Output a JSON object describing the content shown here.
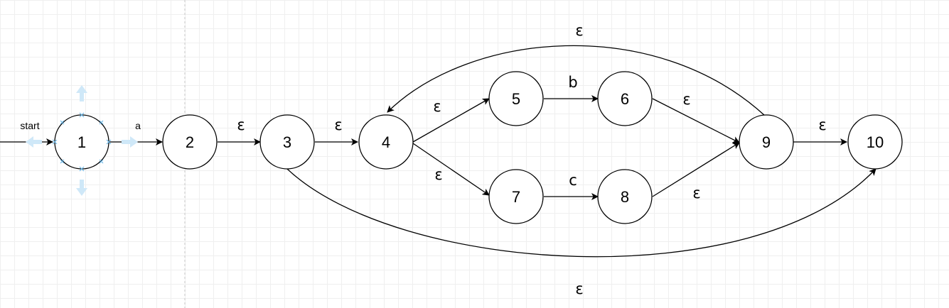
{
  "diagram": {
    "start_label": "start",
    "states": [
      {
        "id": "s1",
        "label": "1"
      },
      {
        "id": "s2",
        "label": "2"
      },
      {
        "id": "s3",
        "label": "3"
      },
      {
        "id": "s4",
        "label": "4"
      },
      {
        "id": "s5",
        "label": "5"
      },
      {
        "id": "s6",
        "label": "6"
      },
      {
        "id": "s7",
        "label": "7"
      },
      {
        "id": "s8",
        "label": "8"
      },
      {
        "id": "s9",
        "label": "9"
      },
      {
        "id": "s10",
        "label": "10"
      }
    ],
    "transitions": [
      {
        "from": "s1",
        "to": "s2",
        "label": "a"
      },
      {
        "from": "s2",
        "to": "s3",
        "label": "ε"
      },
      {
        "from": "s3",
        "to": "s4",
        "label": "ε"
      },
      {
        "from": "s4",
        "to": "s5",
        "label": "ε"
      },
      {
        "from": "s4",
        "to": "s7",
        "label": "ε"
      },
      {
        "from": "s5",
        "to": "s6",
        "label": "b"
      },
      {
        "from": "s7",
        "to": "s8",
        "label": "c"
      },
      {
        "from": "s6",
        "to": "s9",
        "label": "ε"
      },
      {
        "from": "s8",
        "to": "s9",
        "label": "ε"
      },
      {
        "from": "s9",
        "to": "s10",
        "label": "ε"
      },
      {
        "from": "s9",
        "to": "s4",
        "label": "ε"
      },
      {
        "from": "s3",
        "to": "s10",
        "label": "ε"
      }
    ]
  },
  "colors": {
    "stroke": "#000000",
    "grid": "#efefef",
    "selection_handle": "#cfe8f8",
    "selection_marker": "#6fb8e6"
  }
}
